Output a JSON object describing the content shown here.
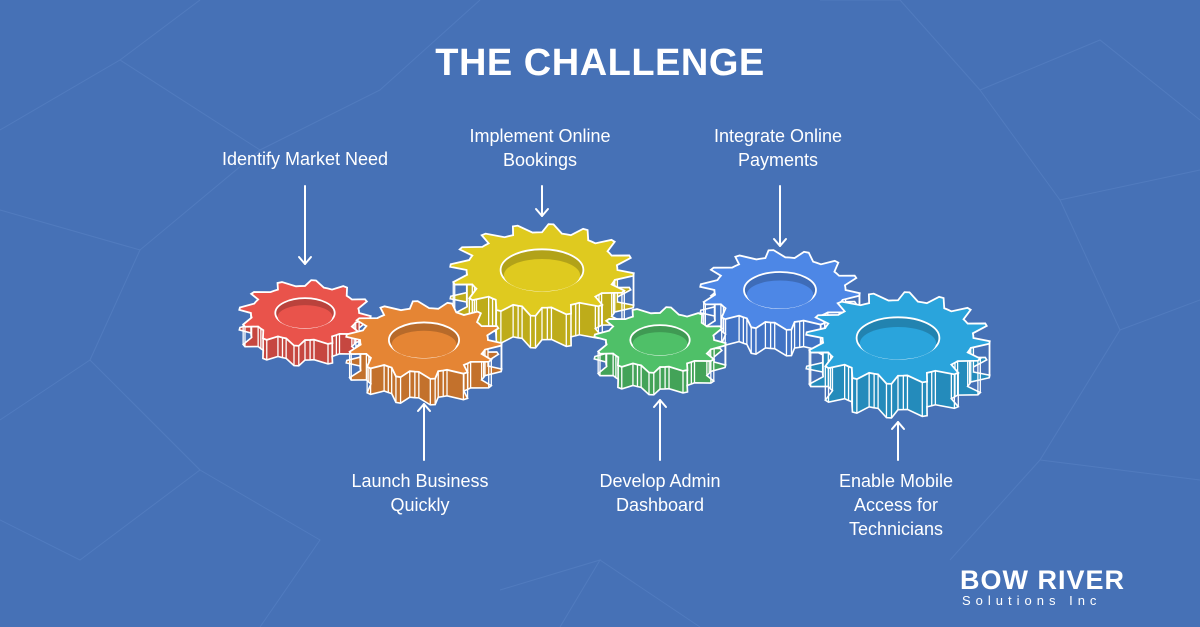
{
  "title": "THE CHALLENGE",
  "steps": [
    {
      "id": "identify",
      "lines": [
        "Identify Market Need"
      ],
      "color": "#e9534b"
    },
    {
      "id": "launch",
      "lines": [
        "Launch Business",
        "Quickly"
      ],
      "color": "#e58534"
    },
    {
      "id": "bookings",
      "lines": [
        "Implement Online",
        "Bookings"
      ],
      "color": "#dfca1f"
    },
    {
      "id": "admin",
      "lines": [
        "Develop Admin",
        "Dashboard"
      ],
      "color": "#4fc068"
    },
    {
      "id": "payments",
      "lines": [
        "Integrate Online",
        "Payments"
      ],
      "color": "#4d87e6"
    },
    {
      "id": "mobile",
      "lines": [
        "Enable Mobile",
        "Access for",
        "Technicians"
      ],
      "color": "#2aa4dc"
    }
  ],
  "logo": {
    "name": "BOW RIVER",
    "sub": "Solutions Inc"
  },
  "colors": {
    "background": "#4671b6",
    "text": "#ffffff"
  }
}
